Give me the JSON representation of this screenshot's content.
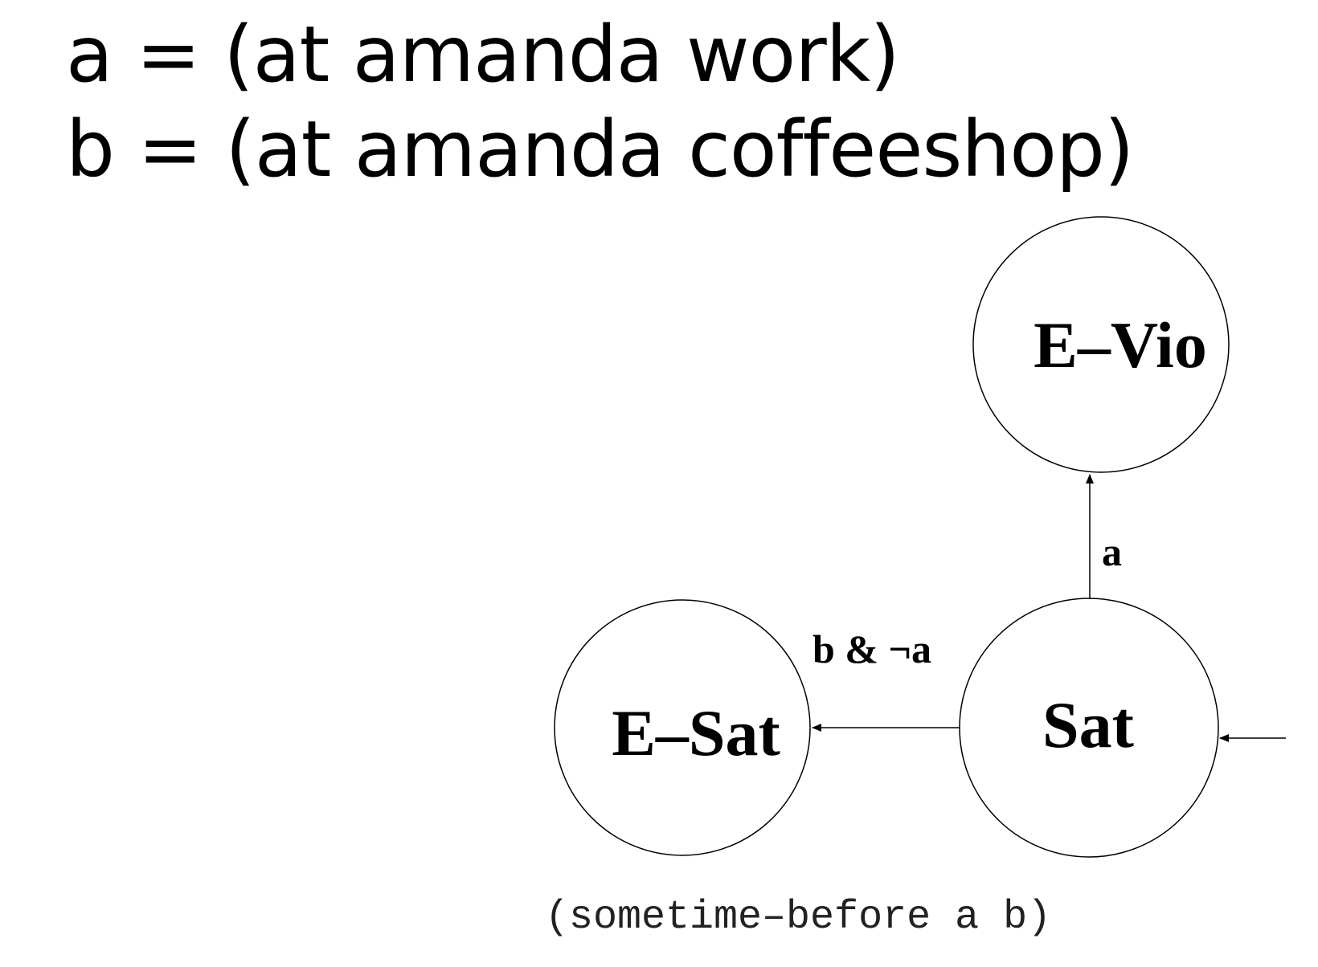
{
  "definitions": {
    "a": "a = (at amanda work)",
    "b": "b = (at amanda coffeeshop)"
  },
  "states": {
    "e_vio": "E–Vio",
    "sat": "Sat",
    "e_sat": "E–Sat"
  },
  "transitions": {
    "sat_to_e_vio": "a",
    "sat_to_e_sat": "b & ¬a"
  },
  "caption": "(sometime–before a b)"
}
